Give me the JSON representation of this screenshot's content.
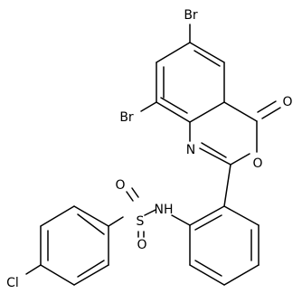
{
  "molecule": {
    "atoms": {
      "br_top": "Br",
      "br_left": "Br",
      "carbonyl_o": "O",
      "ring_o": "O",
      "ring_n": "N",
      "amide_n": "NH",
      "sulfur": "S",
      "sulfonyl_o_top": "O",
      "sulfonyl_o_bottom": "O",
      "chlorine": "Cl"
    }
  }
}
